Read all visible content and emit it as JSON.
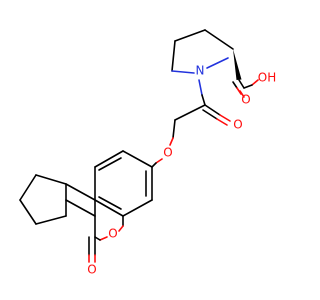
{
  "molecule": {
    "atoms": {
      "ring_nitrogen": "N",
      "acid_carbonyl_oxygen": "O",
      "acid_hydroxyl": "OH",
      "amide_carbonyl_oxygen": "O",
      "ether_oxygen": "O",
      "ring_oxygen": "O",
      "lactone_carbonyl_oxygen": "O"
    },
    "colors": {
      "bond": "#000000",
      "oxygen": "#ff0d0d",
      "nitrogen": "#2233dd",
      "background": "#ffffff"
    }
  }
}
